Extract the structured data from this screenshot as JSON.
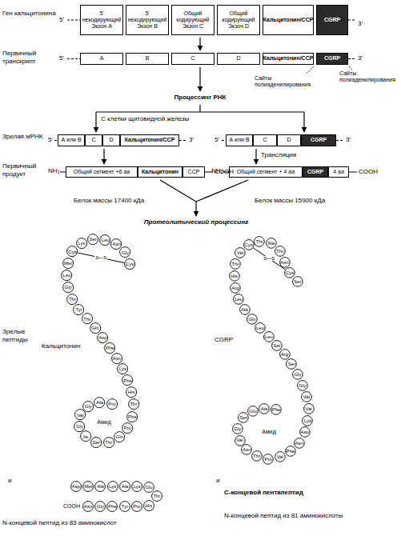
{
  "diagram": {
    "nodes": [
      {
        "text": [
          "5' некодирующий Экзон A"
        ]
      },
      {
        "text": [
          "5' некодирующий Экзон B"
        ]
      },
      {
        "text": [
          "Общий кодирующий Экзон C"
        ]
      },
      {
        "text": [
          "Общий кодирующий Экзон D"
        ]
      },
      {
        "text": [
          "Кальцитонин/CCP"
        ]
      },
      {
        "text": [
          "CGRP"
        ]
      },
      {
        "text": [
          "A"
        ]
      },
      {
        "text": [
          "B"
        ]
      },
      {
        "text": [
          "C"
        ]
      },
      {
        "text": [
          "D"
        ]
      },
      {
        "text": [
          "Кальцитонин/CCP"
        ]
      },
      {
        "text": [
          "CGRP"
        ]
      },
      {
        "text": [
          "А или В"
        ]
      },
      {
        "text": [
          "C"
        ]
      },
      {
        "text": [
          "D"
        ]
      },
      {
        "text": [
          "Кальцитонин/CCP"
        ]
      },
      {
        "text": [
          "А или В"
        ]
      },
      {
        "text": [
          "C"
        ]
      },
      {
        "text": [
          "D"
        ]
      },
      {
        "text": [
          "CGRP"
        ]
      },
      {
        "text": [
          "Общий сегмент +6 аа"
        ]
      },
      {
        "text": [
          "Кальцитонин"
        ]
      },
      {
        "text": [
          "CCP"
        ]
      },
      {
        "text": [
          "Общий сегмент + 4 аа"
        ]
      },
      {
        "text": [
          "CGRP"
        ]
      },
      {
        "text": [
          "4 аа"
        ]
      },
      {
        "text": [
          "Cys"
        ]
      },
      {
        "text": [
          "Gly"
        ]
      },
      {
        "text": [
          "Asn"
        ]
      },
      {
        "text": [
          "Leu"
        ]
      },
      {
        "text": [
          "Ser"
        ]
      },
      {
        "text": [
          "Lys"
        ]
      },
      {
        "text": [
          "Cys"
        ]
      },
      {
        "text": [
          "Met"
        ]
      },
      {
        "text": [
          "Leu"
        ]
      },
      {
        "text": [
          "Gly"
        ]
      },
      {
        "text": [
          "Thr"
        ]
      },
      {
        "text": [
          "Tyr"
        ]
      },
      {
        "text": [
          "Thr"
        ]
      },
      {
        "text": [
          "Gln"
        ]
      },
      {
        "text": [
          "Asp"
        ]
      },
      {
        "text": [
          "Phe"
        ]
      },
      {
        "text": [
          "Asn"
        ]
      },
      {
        "text": [
          "Lys"
        ]
      },
      {
        "text": [
          "Phe"
        ]
      },
      {
        "text": [
          "His"
        ]
      },
      {
        "text": [
          "Thr"
        ]
      },
      {
        "text": [
          "Phe"
        ]
      },
      {
        "text": [
          "Pro"
        ]
      },
      {
        "text": [
          "Gln"
        ]
      },
      {
        "text": [
          "Thr"
        ]
      },
      {
        "text": [
          "Ser"
        ]
      },
      {
        "text": [
          "Ile"
        ]
      },
      {
        "text": [
          "Gly"
        ]
      },
      {
        "text": [
          "Val"
        ]
      },
      {
        "text": [
          "Gly"
        ]
      },
      {
        "text": [
          "Ala"
        ]
      },
      {
        "text": [
          "Pro"
        ]
      },
      {
        "text": [
          "Ser"
        ]
      },
      {
        "text": [
          "Cys"
        ]
      },
      {
        "text": [
          "Asn"
        ]
      },
      {
        "text": [
          "Thr"
        ]
      },
      {
        "text": [
          "Ala"
        ]
      },
      {
        "text": [
          "Thr"
        ]
      },
      {
        "text": [
          "Cys"
        ]
      },
      {
        "text": [
          "Val"
        ]
      },
      {
        "text": [
          "Thr"
        ]
      },
      {
        "text": [
          "His"
        ]
      },
      {
        "text": [
          "Arg"
        ]
      },
      {
        "text": [
          "Leu"
        ]
      },
      {
        "text": [
          "Ala"
        ]
      },
      {
        "text": [
          "Gly"
        ]
      },
      {
        "text": [
          "Leu"
        ]
      },
      {
        "text": [
          "Leu"
        ]
      },
      {
        "text": [
          "Ser"
        ]
      },
      {
        "text": [
          "Arg"
        ]
      },
      {
        "text": [
          "Ser"
        ]
      },
      {
        "text": [
          "Gly"
        ]
      },
      {
        "text": [
          "Gly"
        ]
      },
      {
        "text": [
          "Val"
        ]
      },
      {
        "text": [
          "Val"
        ]
      },
      {
        "text": [
          "Lys"
        ]
      },
      {
        "text": [
          "Asp"
        ]
      },
      {
        "text": [
          "Asn"
        ]
      },
      {
        "text": [
          "Phe"
        ]
      },
      {
        "text": [
          "Val"
        ]
      },
      {
        "text": [
          "Pro"
        ]
      },
      {
        "text": [
          "Thr"
        ]
      },
      {
        "text": [
          "Asn"
        ]
      },
      {
        "text": [
          "Val"
        ]
      },
      {
        "text": [
          "Gly"
        ]
      },
      {
        "text": [
          "Ser"
        ]
      },
      {
        "text": [
          "Glu"
        ]
      },
      {
        "text": [
          "Ala"
        ]
      },
      {
        "text": [
          "Phe"
        ]
      },
      {
        "text": [
          "Asp"
        ]
      },
      {
        "text": [
          "Met"
        ]
      },
      {
        "text": [
          "Ala"
        ]
      },
      {
        "text": [
          "Lys"
        ]
      },
      {
        "text": [
          "Ala"
        ]
      },
      {
        "text": [
          "Lys"
        ]
      },
      {
        "text": [
          "Glu"
        ]
      },
      {
        "text": [
          "Thr"
        ]
      },
      {
        "text": [
          "His"
        ]
      },
      {
        "text": [
          "Pro"
        ]
      },
      {
        "text": [
          "Tyr"
        ]
      },
      {
        "text": [
          "Phe"
        ]
      },
      {
        "text": [
          "Gly"
        ]
      },
      {
        "text": [
          "Asn"
        ]
      }
    ],
    "edges": [
      {
        "from": 26,
        "to": 32,
        "label": "S—S",
        "arrow": "none"
      },
      {
        "from": 59,
        "to": 64,
        "label": "S—S",
        "arrow": "none"
      }
    ],
    "labels": [
      "Ген кальцитонина",
      "5'",
      "3'",
      "Первичный транскрипт",
      "5'",
      "3'",
      "Сайты полиаденилирования",
      "Сайты полиаденилирования",
      "Процессинг РНК",
      "С клетки щитовидной железы",
      "Зрелая мРНК",
      "5'",
      "3'",
      "5'",
      "3'",
      "Трансляция",
      "Первичный продукт",
      "NH₂",
      "COOH",
      "NH₂",
      "COOH",
      "Белок массы 17400 кДа",
      "Белок массы 15900 кДа",
      "Протеолитический процессинг",
      "Зрелые пептиды",
      "Кальцитонин",
      "CGRP",
      "Амид",
      "Амид",
      "и",
      "COOH",
      "N-концевой пептид из 83 аминокислот",
      "и",
      "С-концевой пентапептид",
      "N-концевой пептид из 81 аминокислоты"
    ]
  }
}
